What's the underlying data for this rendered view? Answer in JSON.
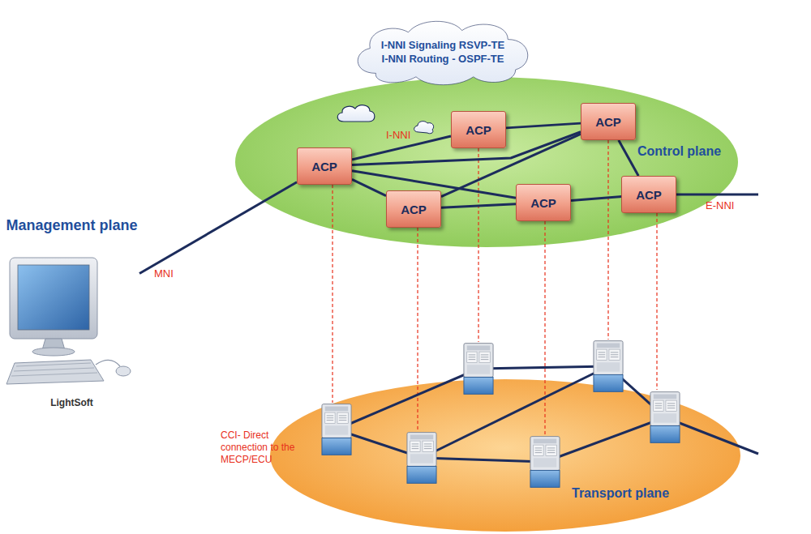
{
  "diagram": {
    "nodes": [
      {
        "text": [
          "I-NNI Signaling RSVP-TE",
          "I-NNI Routing - OSPF-TE"
        ]
      },
      {
        "text": [
          "Management plane",
          "LightSoft"
        ]
      },
      {
        "text": [
          "Control plane"
        ]
      },
      {
        "text": [
          "ACP"
        ],
        "in": 2
      },
      {
        "text": [
          "ACP"
        ],
        "in": 2
      },
      {
        "text": [
          "ACP"
        ],
        "in": 2
      },
      {
        "text": [
          "ACP"
        ],
        "in": 2
      },
      {
        "text": [
          "ACP"
        ],
        "in": 2
      },
      {
        "text": [
          "ACP"
        ],
        "in": 2
      },
      {
        "text": [
          "Transport plane"
        ]
      }
    ],
    "edges": [
      {
        "from": 1,
        "to": 3,
        "arrow": "none",
        "label": "MNI"
      },
      {
        "from": 3,
        "to": 4,
        "arrow": "none"
      },
      {
        "from": 3,
        "to": 5,
        "arrow": "none"
      },
      {
        "from": 3,
        "to": 6,
        "arrow": "none"
      },
      {
        "from": 3,
        "to": 7,
        "arrow": "none"
      },
      {
        "from": 4,
        "to": 5,
        "arrow": "none"
      },
      {
        "from": 6,
        "to": 5,
        "arrow": "none"
      },
      {
        "from": 6,
        "to": 7,
        "arrow": "none"
      },
      {
        "from": 7,
        "to": 8,
        "arrow": "none"
      },
      {
        "from": 5,
        "to": 8,
        "arrow": "none"
      }
    ],
    "labels": [
      "I-NNI",
      "E-NNI",
      "CCI- Direct connection to the MECP/ECU"
    ]
  }
}
